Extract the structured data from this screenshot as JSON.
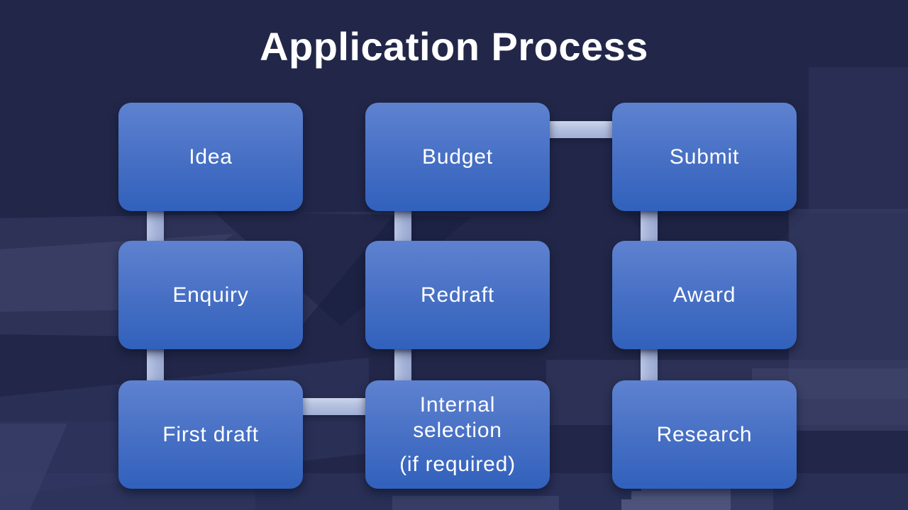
{
  "title": "Application Process",
  "colors": {
    "background": "#222749",
    "box_gradient_top": "#5e82d0",
    "box_gradient_bottom": "#3161bc",
    "connector": "#aab7da",
    "text": "#ffffff"
  },
  "diagram": {
    "nodes": [
      {
        "id": "idea",
        "label": "Idea",
        "col": 0,
        "row": 0
      },
      {
        "id": "enquiry",
        "label": "Enquiry",
        "col": 0,
        "row": 1
      },
      {
        "id": "first-draft",
        "label": "First draft",
        "col": 0,
        "row": 2
      },
      {
        "id": "budget",
        "label": "Budget",
        "col": 1,
        "row": 0
      },
      {
        "id": "redraft",
        "label": "Redraft",
        "col": 1,
        "row": 1
      },
      {
        "id": "internal-selection",
        "label": "Internal selection",
        "sublabel": "(if required)",
        "col": 1,
        "row": 2
      },
      {
        "id": "submit",
        "label": "Submit",
        "col": 2,
        "row": 0
      },
      {
        "id": "award",
        "label": "Award",
        "col": 2,
        "row": 1
      },
      {
        "id": "research",
        "label": "Research",
        "col": 2,
        "row": 2
      }
    ],
    "connections": [
      {
        "from": "idea",
        "to": "enquiry",
        "orientation": "vertical"
      },
      {
        "from": "enquiry",
        "to": "first-draft",
        "orientation": "vertical"
      },
      {
        "from": "first-draft",
        "to": "internal-selection",
        "orientation": "horizontal"
      },
      {
        "from": "internal-selection",
        "to": "redraft",
        "orientation": "vertical"
      },
      {
        "from": "redraft",
        "to": "budget",
        "orientation": "vertical"
      },
      {
        "from": "budget",
        "to": "submit",
        "orientation": "horizontal"
      },
      {
        "from": "submit",
        "to": "award",
        "orientation": "vertical"
      },
      {
        "from": "award",
        "to": "research",
        "orientation": "vertical"
      }
    ]
  }
}
